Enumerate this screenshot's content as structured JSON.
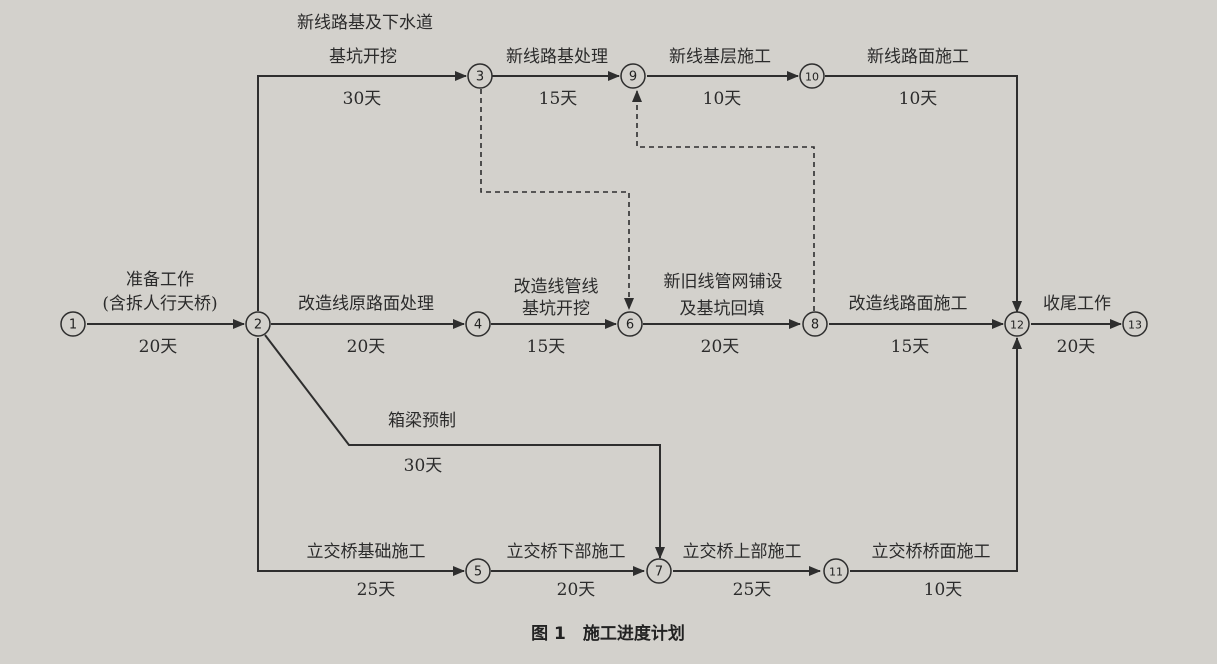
{
  "nodes": [
    "1",
    "2",
    "3",
    "4",
    "5",
    "6",
    "7",
    "8",
    "9",
    "10",
    "11",
    "12",
    "13"
  ],
  "activities": {
    "prep": {
      "name_line1": "准备工作",
      "name_line2": "(含拆人行天桥)",
      "duration": "20天"
    },
    "new_subgrade_pit": {
      "name_line1": "新线路基及下水道",
      "name_line2": "基坑开挖",
      "duration": "30天"
    },
    "new_subgrade_treat": {
      "name": "新线路基处理",
      "duration": "15天"
    },
    "new_base": {
      "name": "新线基层施工",
      "duration": "10天"
    },
    "new_pavement": {
      "name": "新线路面施工",
      "duration": "10天"
    },
    "old_road_treat": {
      "name": "改造线原路面处理",
      "duration": "20天"
    },
    "pipe_pit": {
      "name_line1": "改造线管线",
      "name_line2": "基坑开挖",
      "duration": "15天"
    },
    "pipe_network": {
      "name_line1": "新旧线管网铺设",
      "name_line2": "及基坑回填",
      "duration": "20天"
    },
    "old_pavement": {
      "name": "改造线路面施工",
      "duration": "15天"
    },
    "finish": {
      "name": "收尾工作",
      "duration": "20天"
    },
    "box_girder": {
      "name": "箱梁预制",
      "duration": "30天"
    },
    "bridge_foundation": {
      "name": "立交桥基础施工",
      "duration": "25天"
    },
    "bridge_substructure": {
      "name": "立交桥下部施工",
      "duration": "20天"
    },
    "bridge_superstructure": {
      "name": "立交桥上部施工",
      "duration": "25天"
    },
    "bridge_deck": {
      "name": "立交桥桥面施工",
      "duration": "10天"
    }
  },
  "caption": "图 1　施工进度计划",
  "colors": {
    "background": "#d3d1cc",
    "line": "#2e2e2e"
  }
}
